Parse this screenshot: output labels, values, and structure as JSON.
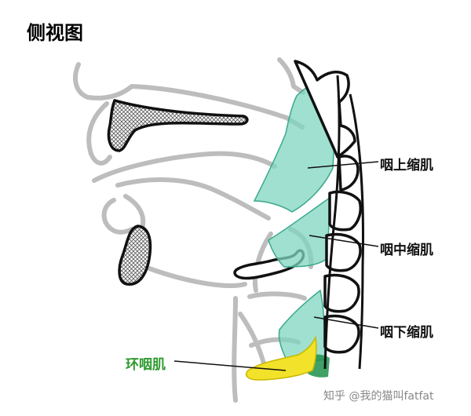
{
  "title": "侧视图",
  "labels": {
    "superior": "咽上缩肌",
    "middle": "咽中缩肌",
    "inferior": "咽下缩肌",
    "cricopharyngeus": "环咽肌"
  },
  "watermark": "知乎 @我的猫叫fatfat",
  "colors": {
    "muscle_teal": "#7fd6c0",
    "cricopharyngeus_yellow": "#f2e22a",
    "cricopharyngeus_label": "#2e9a2e",
    "bone_outline": "#111111",
    "soft_tissue_outline": "#bdbdbd"
  }
}
